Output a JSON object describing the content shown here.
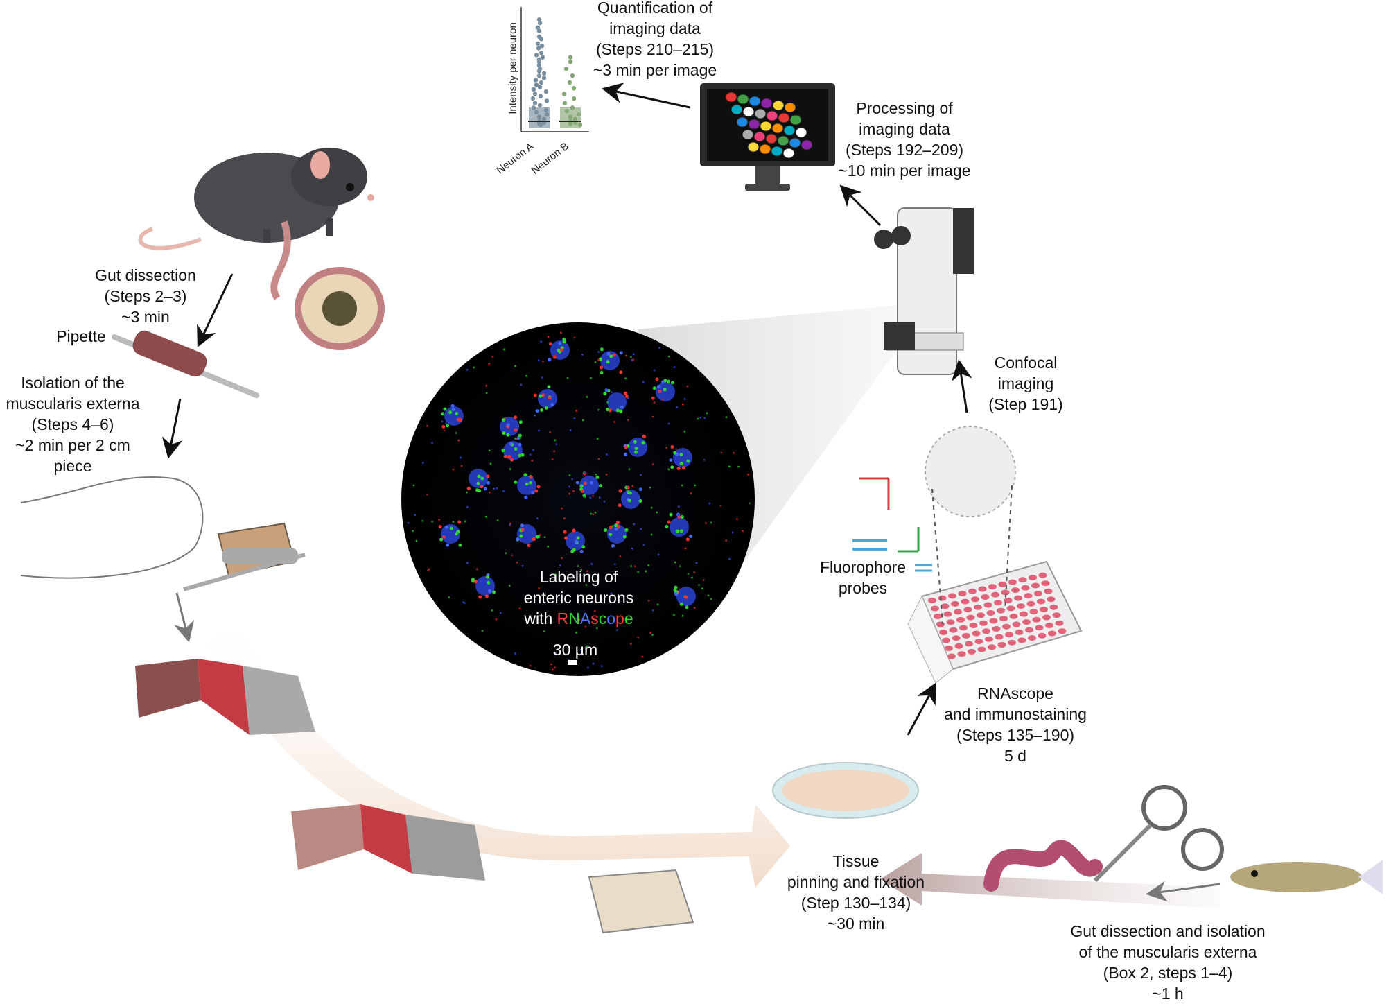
{
  "quantification": {
    "line1": "Quantification of",
    "line2": "imaging data",
    "line3": "(Steps 210–215)",
    "line4": "~3 min per image"
  },
  "processing": {
    "line1": "Processing of",
    "line2": "imaging data",
    "line3": "(Steps 192–209)",
    "line4": "~10 min per image"
  },
  "gut_dissection_mouse": {
    "line1": "Gut dissection",
    "line2": "(Steps 2–3)",
    "line3": "~3 min"
  },
  "pipette_label": "Pipette",
  "isolation": {
    "line1": "Isolation of the",
    "line2": "muscularis externa",
    "line3": "(Steps 4–6)",
    "line4": "~2 min per 2 cm",
    "line5": "piece"
  },
  "confocal": {
    "line1": "Confocal",
    "line2": "imaging",
    "line3": "(Step 191)"
  },
  "fluorophore": {
    "line1": "Fluorophore",
    "line2": "probes"
  },
  "rnascope_step": {
    "line1": "RNAscope",
    "line2": "and immunostaining",
    "line3": "(Steps 135–190)",
    "line4": "5 d"
  },
  "tissue_pinning": {
    "line1": "Tissue",
    "line2": "pinning and fixation",
    "line3": "(Step 130–134)",
    "line4": "~30 min"
  },
  "zebrafish_dissection": {
    "line1": "Gut dissection and isolation",
    "line2": "of the muscularis externa",
    "line3": "(Box 2, steps 1–4)",
    "line4": "~1 h"
  },
  "micrograph": {
    "line1": "Labeling of",
    "line2": "enteric neurons",
    "line3_prefix": "with ",
    "rna_r": "R",
    "rna_n": "N",
    "rna_a": "A",
    "rna_s": "s",
    "rna_c": "c",
    "rna_o": "o",
    "rna_p": "p",
    "rna_e": "e",
    "scale_bar": "30 µm"
  },
  "plot": {
    "ylabel": "Intensity per neuron",
    "category_a": "Neuron A",
    "category_b": "Neuron B"
  },
  "chart_data": {
    "type": "scatter",
    "title": "",
    "xlabel": "",
    "ylabel": "Intensity per neuron",
    "categories": [
      "Neuron A",
      "Neuron B"
    ],
    "series": [
      {
        "name": "Neuron A",
        "values": [
          0.95,
          0.92,
          0.88,
          0.85,
          0.8,
          0.78,
          0.74,
          0.72,
          0.7,
          0.66,
          0.64,
          0.62,
          0.6,
          0.58,
          0.55,
          0.52,
          0.5,
          0.48,
          0.46,
          0.44,
          0.42,
          0.4,
          0.38,
          0.36,
          0.34,
          0.32,
          0.3,
          0.28,
          0.26,
          0.24,
          0.22,
          0.2,
          0.18,
          0.16,
          0.14,
          0.12,
          0.1,
          0.08,
          0.06,
          0.05,
          0.04,
          0.03
        ]
      },
      {
        "name": "Neuron B",
        "values": [
          0.62,
          0.58,
          0.52,
          0.46,
          0.4,
          0.35,
          0.3,
          0.26,
          0.22,
          0.18,
          0.15,
          0.12,
          0.1,
          0.08,
          0.06,
          0.05,
          0.04,
          0.03
        ]
      }
    ],
    "colors": {
      "Neuron A": "#7a8fa0",
      "Neuron B": "#86a877"
    }
  }
}
